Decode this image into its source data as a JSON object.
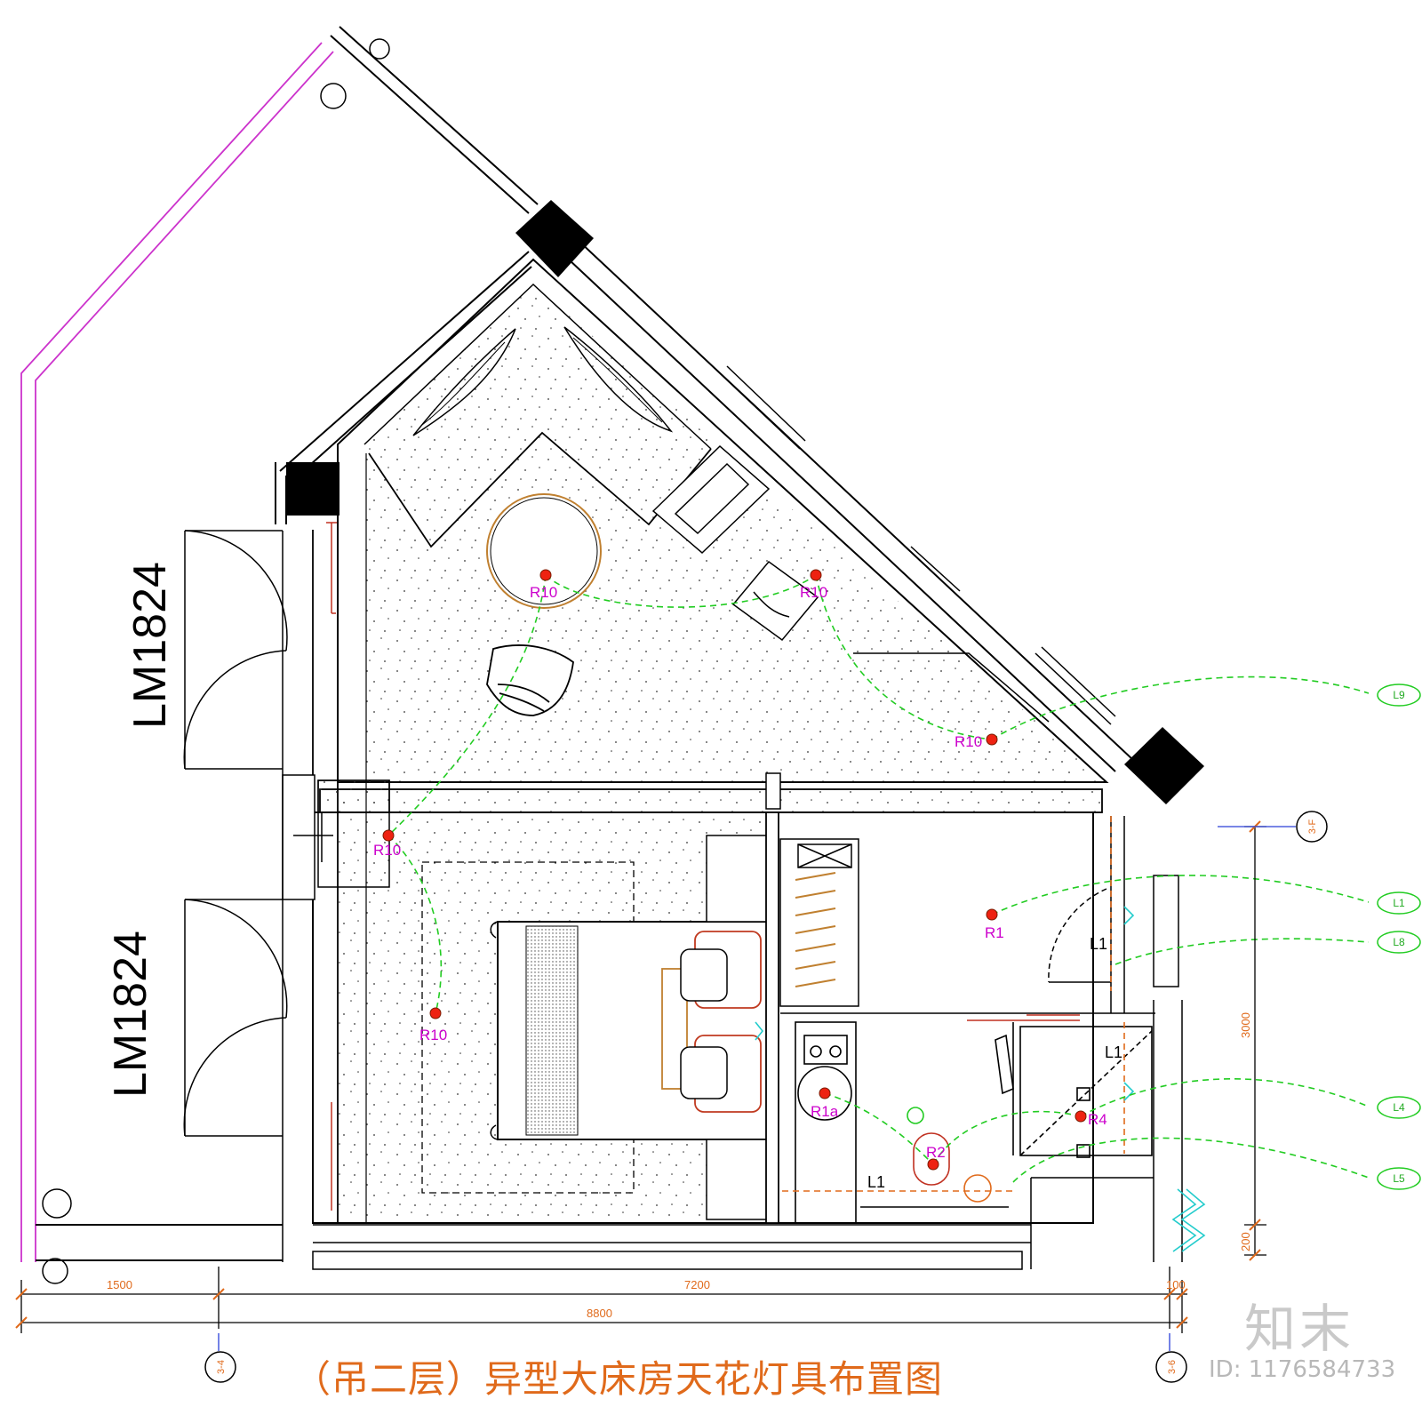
{
  "drawing": {
    "title": "（吊二层）异型大床房天花灯具布置图",
    "brand": "知末",
    "image_id": "ID: 1176584733"
  },
  "doors": [
    {
      "code": "LM1824"
    },
    {
      "code": "LM1824"
    }
  ],
  "fixtures": [
    {
      "tag": "R10"
    },
    {
      "tag": "R10"
    },
    {
      "tag": "R10"
    },
    {
      "tag": "R10"
    },
    {
      "tag": "R10"
    },
    {
      "tag": "R1"
    },
    {
      "tag": "R1a"
    },
    {
      "tag": "R2"
    },
    {
      "tag": "R4"
    },
    {
      "tag": "L1"
    },
    {
      "tag": "L1"
    },
    {
      "tag": "L1"
    }
  ],
  "circuits": [
    {
      "tag": "L9"
    },
    {
      "tag": "L1"
    },
    {
      "tag": "L8"
    },
    {
      "tag": "L4"
    },
    {
      "tag": "L5"
    }
  ],
  "dimensions": {
    "bottom": [
      "1500",
      "7200",
      "100"
    ],
    "total": "8800",
    "right": [
      "3000",
      "200"
    ]
  },
  "axes": [
    "3-4",
    "3-6",
    "3-F"
  ],
  "colors": {
    "line": "#000000",
    "circuit": "#22cc22",
    "fixture": "#ee2211",
    "tag": "#cc00cc",
    "dimension": "#e06a1b",
    "facade": "#cc33cc",
    "bluehint": "#2a3fd8",
    "cyan": "#22cccc"
  }
}
